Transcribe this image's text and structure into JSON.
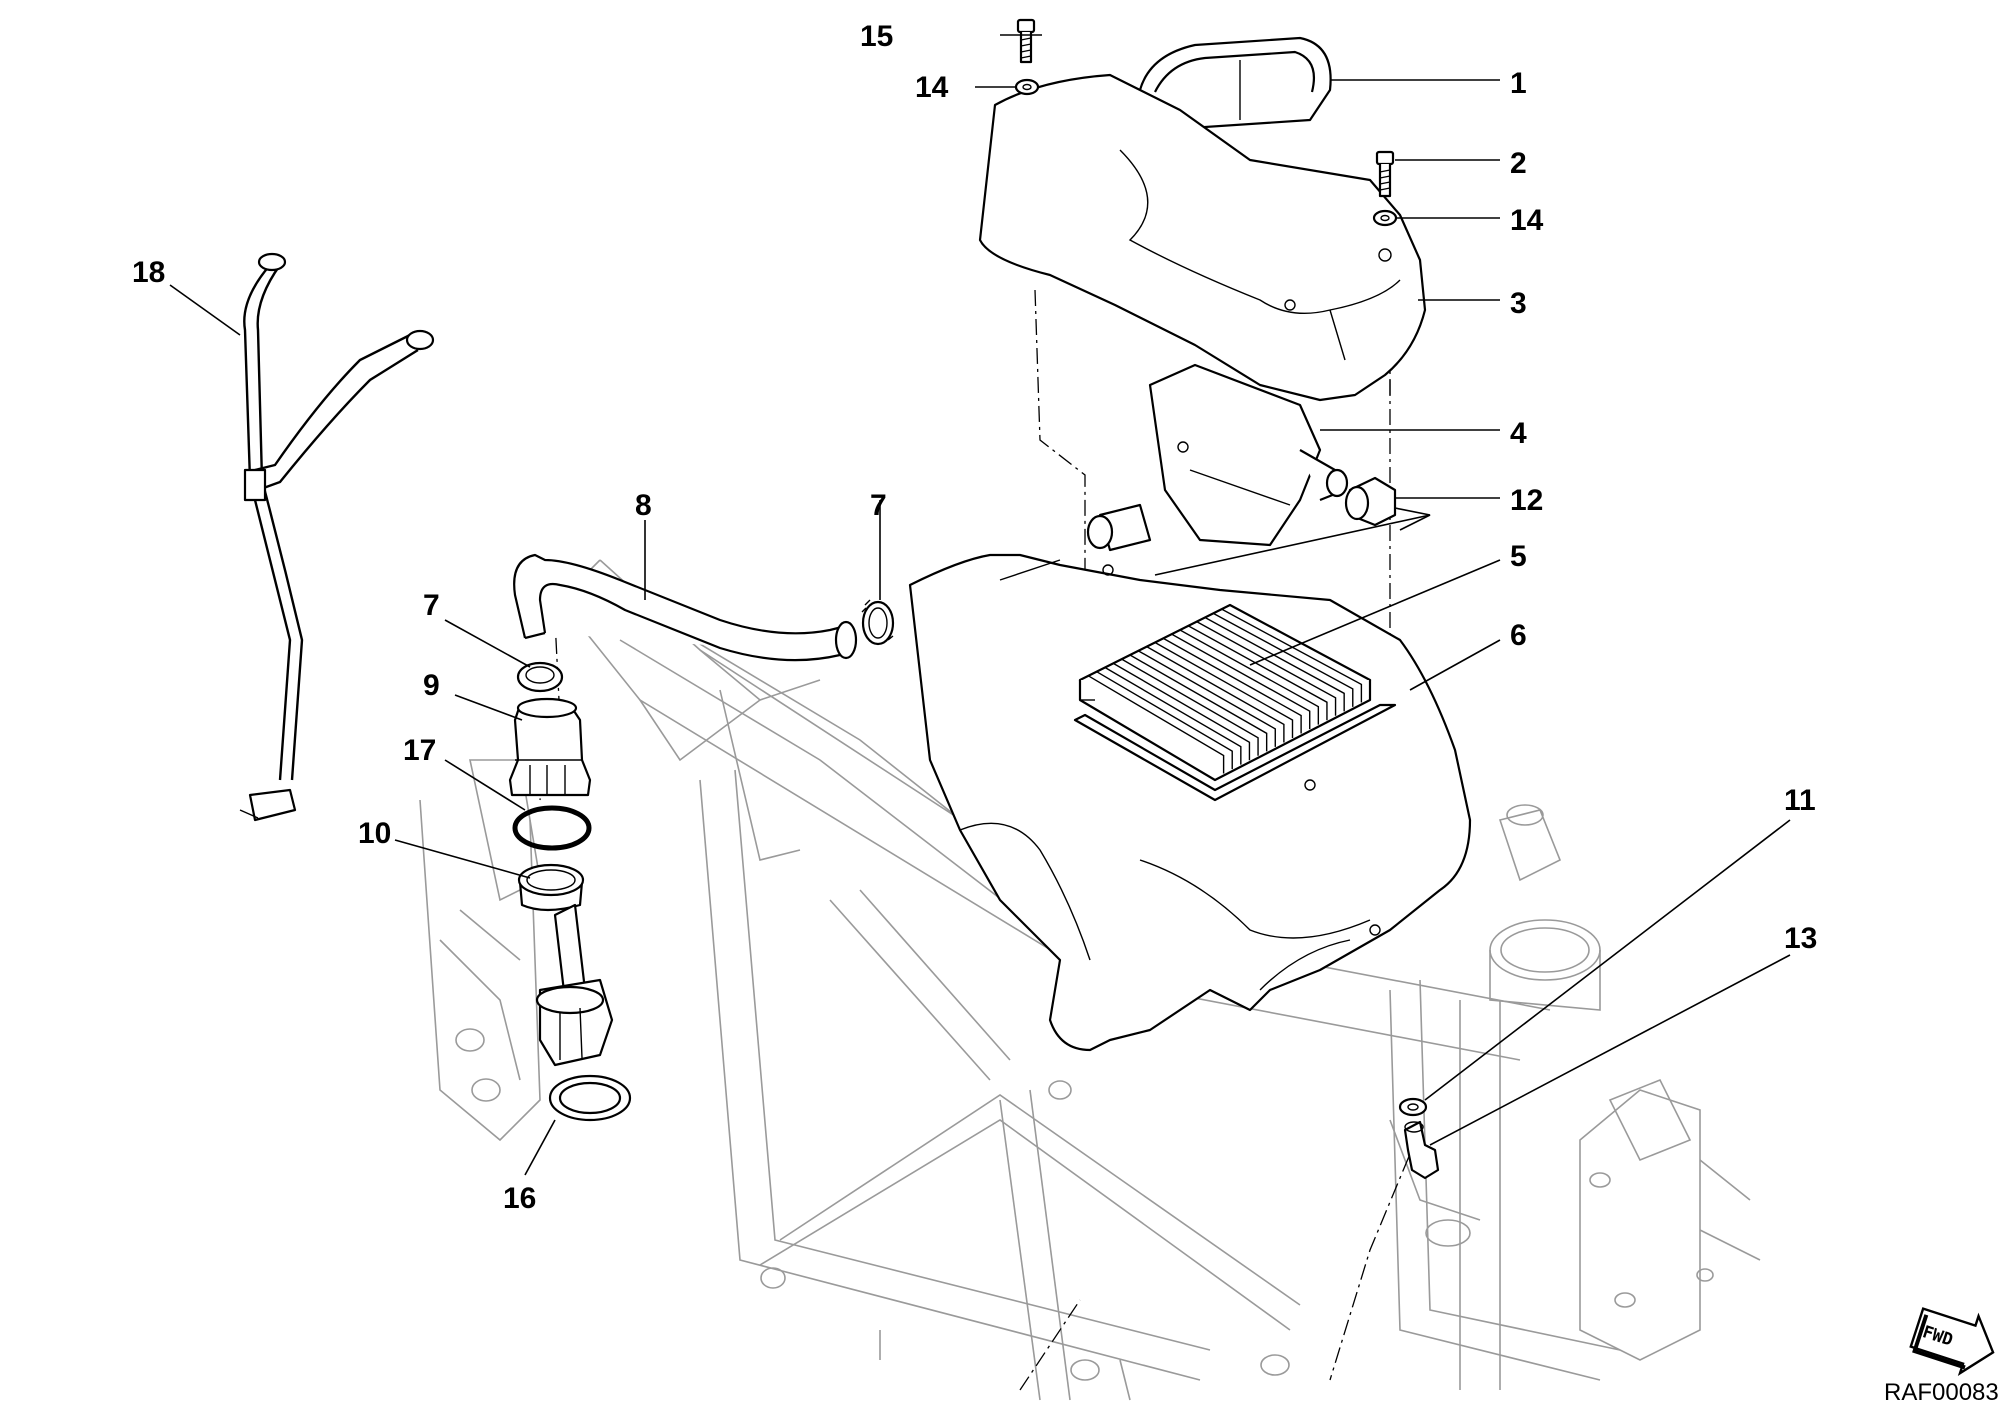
{
  "callouts": [
    {
      "id": "c1",
      "label": "1"
    },
    {
      "id": "c2",
      "label": "2"
    },
    {
      "id": "c3",
      "label": "3"
    },
    {
      "id": "c4",
      "label": "4"
    },
    {
      "id": "c5",
      "label": "5"
    },
    {
      "id": "c6",
      "label": "6"
    },
    {
      "id": "c7a",
      "label": "7"
    },
    {
      "id": "c7b",
      "label": "7"
    },
    {
      "id": "c8",
      "label": "8"
    },
    {
      "id": "c9",
      "label": "9"
    },
    {
      "id": "c10",
      "label": "10"
    },
    {
      "id": "c11",
      "label": "11"
    },
    {
      "id": "c12",
      "label": "12"
    },
    {
      "id": "c13",
      "label": "13"
    },
    {
      "id": "c14a",
      "label": "14"
    },
    {
      "id": "c14b",
      "label": "14"
    },
    {
      "id": "c15",
      "label": "15"
    },
    {
      "id": "c16",
      "label": "16"
    },
    {
      "id": "c17",
      "label": "17"
    },
    {
      "id": "c18",
      "label": "18"
    }
  ],
  "direction_badge": "FWD",
  "drawing_code": "RAF00083"
}
